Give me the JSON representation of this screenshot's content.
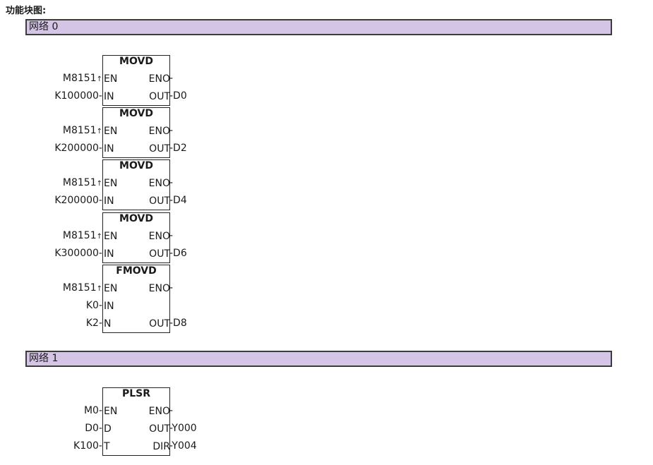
{
  "title": "功能块图:",
  "networks": [
    {
      "label": "网络 0",
      "blocks": [
        {
          "name": "MOVD",
          "pins": [
            {
              "in_ext": "M8151",
              "edge": "↑",
              "in_pin": "EN",
              "out_pin": "ENO",
              "out_ext": "-"
            },
            {
              "in_ext": "K100000-",
              "edge": "",
              "in_pin": "IN",
              "out_pin": "OUT",
              "out_ext": "-D0"
            }
          ]
        },
        {
          "name": "MOVD",
          "pins": [
            {
              "in_ext": "M8151",
              "edge": "↑",
              "in_pin": "EN",
              "out_pin": "ENO",
              "out_ext": "-"
            },
            {
              "in_ext": "K200000-",
              "edge": "",
              "in_pin": "IN",
              "out_pin": "OUT",
              "out_ext": "-D2"
            }
          ]
        },
        {
          "name": "MOVD",
          "pins": [
            {
              "in_ext": "M8151",
              "edge": "↑",
              "in_pin": "EN",
              "out_pin": "ENO",
              "out_ext": "-"
            },
            {
              "in_ext": "K200000-",
              "edge": "",
              "in_pin": "IN",
              "out_pin": "OUT",
              "out_ext": "-D4"
            }
          ]
        },
        {
          "name": "MOVD",
          "pins": [
            {
              "in_ext": "M8151",
              "edge": "↑",
              "in_pin": "EN",
              "out_pin": "ENO",
              "out_ext": "-"
            },
            {
              "in_ext": "K300000-",
              "edge": "",
              "in_pin": "IN",
              "out_pin": "OUT",
              "out_ext": "-D6"
            }
          ]
        },
        {
          "name": "FMOVD",
          "pins": [
            {
              "in_ext": "M8151",
              "edge": "↑",
              "in_pin": "EN",
              "out_pin": "ENO",
              "out_ext": "-"
            },
            {
              "in_ext": "K0-",
              "edge": "",
              "in_pin": "IN",
              "out_pin": "",
              "out_ext": ""
            },
            {
              "in_ext": "K2-",
              "edge": "",
              "in_pin": "N",
              "out_pin": "OUT",
              "out_ext": "-D8"
            }
          ]
        }
      ]
    },
    {
      "label": "网络 1",
      "blocks": [
        {
          "name": "PLSR",
          "pins": [
            {
              "in_ext": "M0-",
              "edge": "",
              "in_pin": "EN",
              "out_pin": "ENO",
              "out_ext": "-"
            },
            {
              "in_ext": "D0-",
              "edge": "",
              "in_pin": "D",
              "out_pin": "OUT",
              "out_ext": "-Y000"
            },
            {
              "in_ext": "K100-",
              "edge": "",
              "in_pin": "T",
              "out_pin": "DIR",
              "out_ext": "-Y004"
            }
          ]
        }
      ]
    }
  ]
}
